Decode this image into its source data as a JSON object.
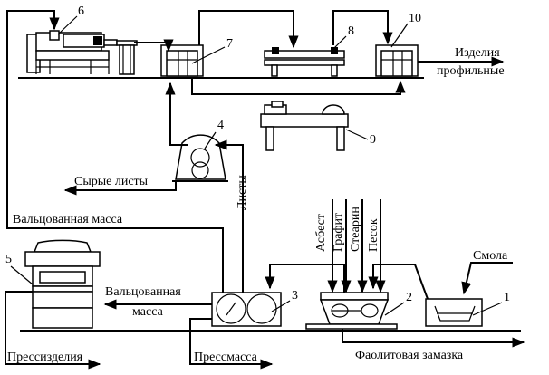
{
  "numbers": {
    "n1": "1",
    "n2": "2",
    "n3": "3",
    "n4": "4",
    "n5": "5",
    "n6": "6",
    "n7": "7",
    "n8": "8",
    "n9": "9",
    "n10": "10"
  },
  "labels": {
    "izdeliya_line1": "Изделия",
    "izdeliya_line2": "профильные",
    "syrye_listy": "Сырые листы",
    "valtsovannaya_massa_top": "Вальцованная масса",
    "listy": "Листы",
    "valtsovannaya_massa_mid_line1": "Вальцованная",
    "valtsovannaya_massa_mid_line2": "масса",
    "asbest": "Асбест",
    "grafit": "Графит",
    "stearin": "Стеарин",
    "pesok": "Песок",
    "smola": "Смола",
    "pressizdeliya": "Прессизделия",
    "pressmassa": "Прессмасса",
    "faolitovaya_zamazka": "Фаолитовая замазка"
  }
}
